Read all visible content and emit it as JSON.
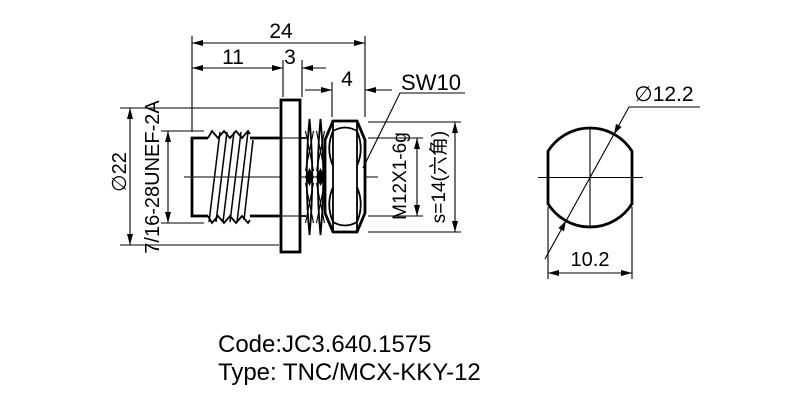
{
  "drawing": {
    "title_context": "connector-outline-drawing",
    "dimensions": {
      "overall_length": "24",
      "body_length": "11",
      "flange_thickness": "3",
      "nut_width": "4",
      "wrench_size": "SW10",
      "flange_diameter": "∅22",
      "interface_thread": "7/16-28UNEF-2A",
      "mounting_thread": "M12X1-6g",
      "nut_hex": "s=14(六角)",
      "hole_diameter": "∅12.2",
      "hole_across_flats": "10.2"
    },
    "footer": {
      "code": "Code:JC3.640.1575",
      "type": "Type: TNC/MCX-KKY-12"
    },
    "colors": {
      "line": "#000000",
      "background": "#ffffff"
    }
  }
}
